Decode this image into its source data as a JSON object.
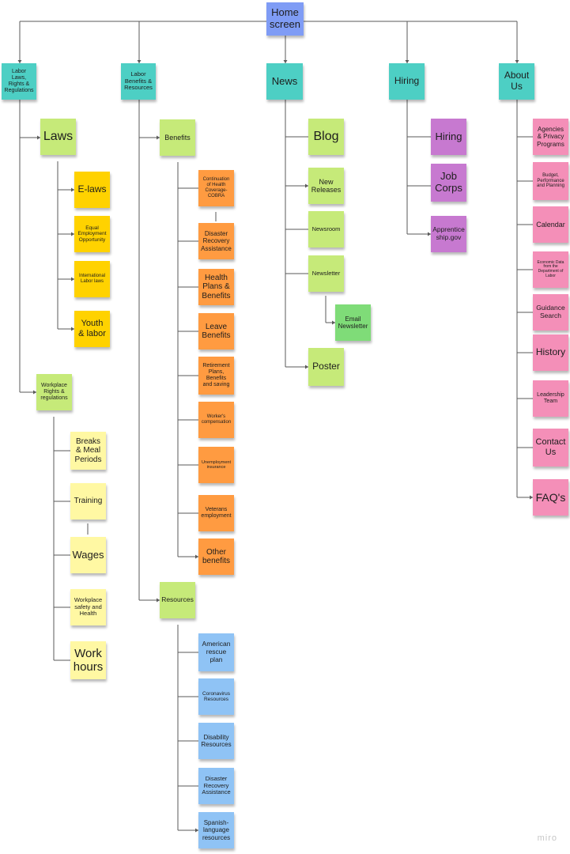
{
  "colors": {
    "blue": "#7f9cf5",
    "teal": "#4dcfc4",
    "lime": "#c6ea79",
    "yellow": "#ffd200",
    "lightyellow": "#fff8a3",
    "orange": "#ff9b41",
    "green": "#7fdc78",
    "purple": "#c779d0",
    "pink": "#f48fb8",
    "lightblue": "#8fc3f5"
  },
  "notes": {
    "home": "Home\nscreen",
    "labor_laws": "Labor Laws,\nRights &\nRegulations",
    "labor_benefits": "Labor\nBenefits &\nResources",
    "news": "News",
    "hiring_cat": "Hiring",
    "about_us": "About\nUs",
    "laws": "Laws",
    "e_laws": "E-laws",
    "equal_employment": "Equal\nEmployment\nOpportunity",
    "international_labor": "International\nLabor laws",
    "youth_labor": "Youth\n& labor",
    "workplace_rights": "Workplace\nRights &\nregulations",
    "breaks": "Breaks\n& Meal\nPeriods",
    "training": "Training",
    "wages": "Wages",
    "workplace_safety": "Workplace\nsafety and\nHealth",
    "work_hours": "Work\nhours",
    "benefits": "Benefits",
    "cobra": "Continuation\nof Health\nCoverage-\nCOBRA",
    "disaster_recovery_1": "Disaster\nRecovery\nAssistance",
    "health_plans": "Health\nPlans &\nBenefits",
    "leave_benefits": "Leave\nBenefits",
    "retirement": "Retirement\nPlans,\nBenefits\nand saving",
    "workers_comp": "Worker's\ncompensation",
    "unemployment": "Unemployment\ninsurance",
    "veterans": "Veterans\nemployment",
    "other_benefits": "Other\nbenefits",
    "resources": "Resources",
    "american_rescue": "American\nrescue\nplan",
    "coronavirus": "Coronavirus\nResources",
    "disability": "Disability\nResources",
    "disaster_recovery_2": "Disaster\nRecovery\nAssistance",
    "spanish": "Spanish-\nlanguage\nresources",
    "blog": "Blog",
    "new_releases": "New\nReleases",
    "newsroom": "Newsroom",
    "newsletter": "Newsletter",
    "email_newsletter": "Email\nNewsletter",
    "poster": "Poster",
    "hiring": "Hiring",
    "job_corps": "Job\nCorps",
    "apprenticeship": "Apprentice\nship.gov",
    "agencies": "Agencies\n& Privacy\nPrograms",
    "budget": "Budget,\nPerformance\nand Planning",
    "calendar": "Calendar",
    "economic_data": "Economic Data\nfrom the\nDepartment of\nLabor",
    "guidance_search": "Guidance\nSearch",
    "history": "History",
    "leadership": "Leadership\nTeam",
    "contact_us": "Contact\nUs",
    "faqs": "FAQ's"
  },
  "watermark": "miro"
}
